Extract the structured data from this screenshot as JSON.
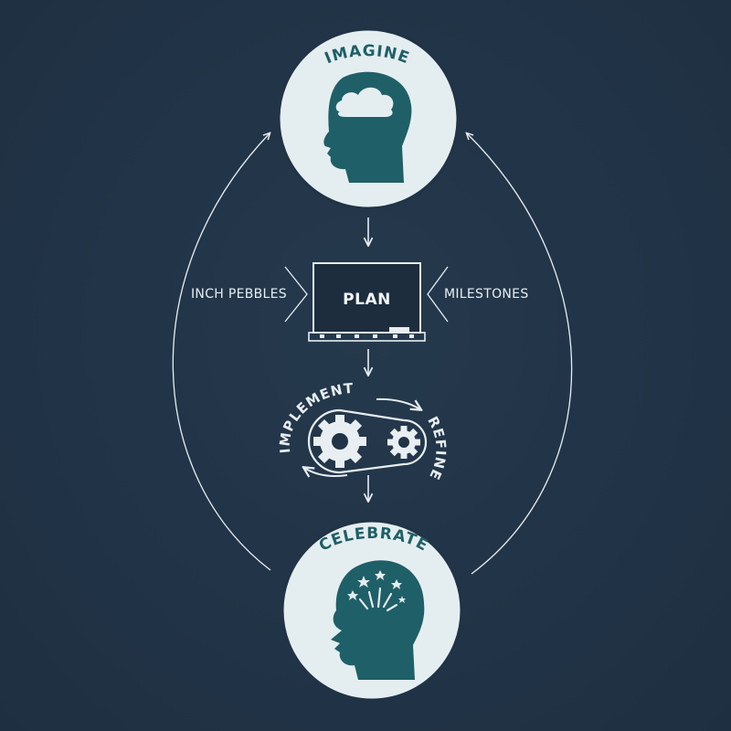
{
  "diagram": {
    "stages": {
      "imagine": "IMAGINE",
      "plan": "PLAN",
      "implement": "IMPLEMENT",
      "refine": "REFINE",
      "celebrate": "CELEBRATE"
    },
    "side_labels": {
      "left": "INCH PEBBLES",
      "right": "MILESTONES"
    },
    "colors": {
      "background": "#213346",
      "circle_fill": "#e4eef0",
      "icon_teal": "#1f5f68",
      "line_white": "#e8eef1"
    },
    "icons": {
      "imagine": "head-with-cloud-icon",
      "plan": "blackboard-icon",
      "implement_refine": "gears-icon",
      "celebrate": "head-with-fireworks-icon"
    }
  }
}
